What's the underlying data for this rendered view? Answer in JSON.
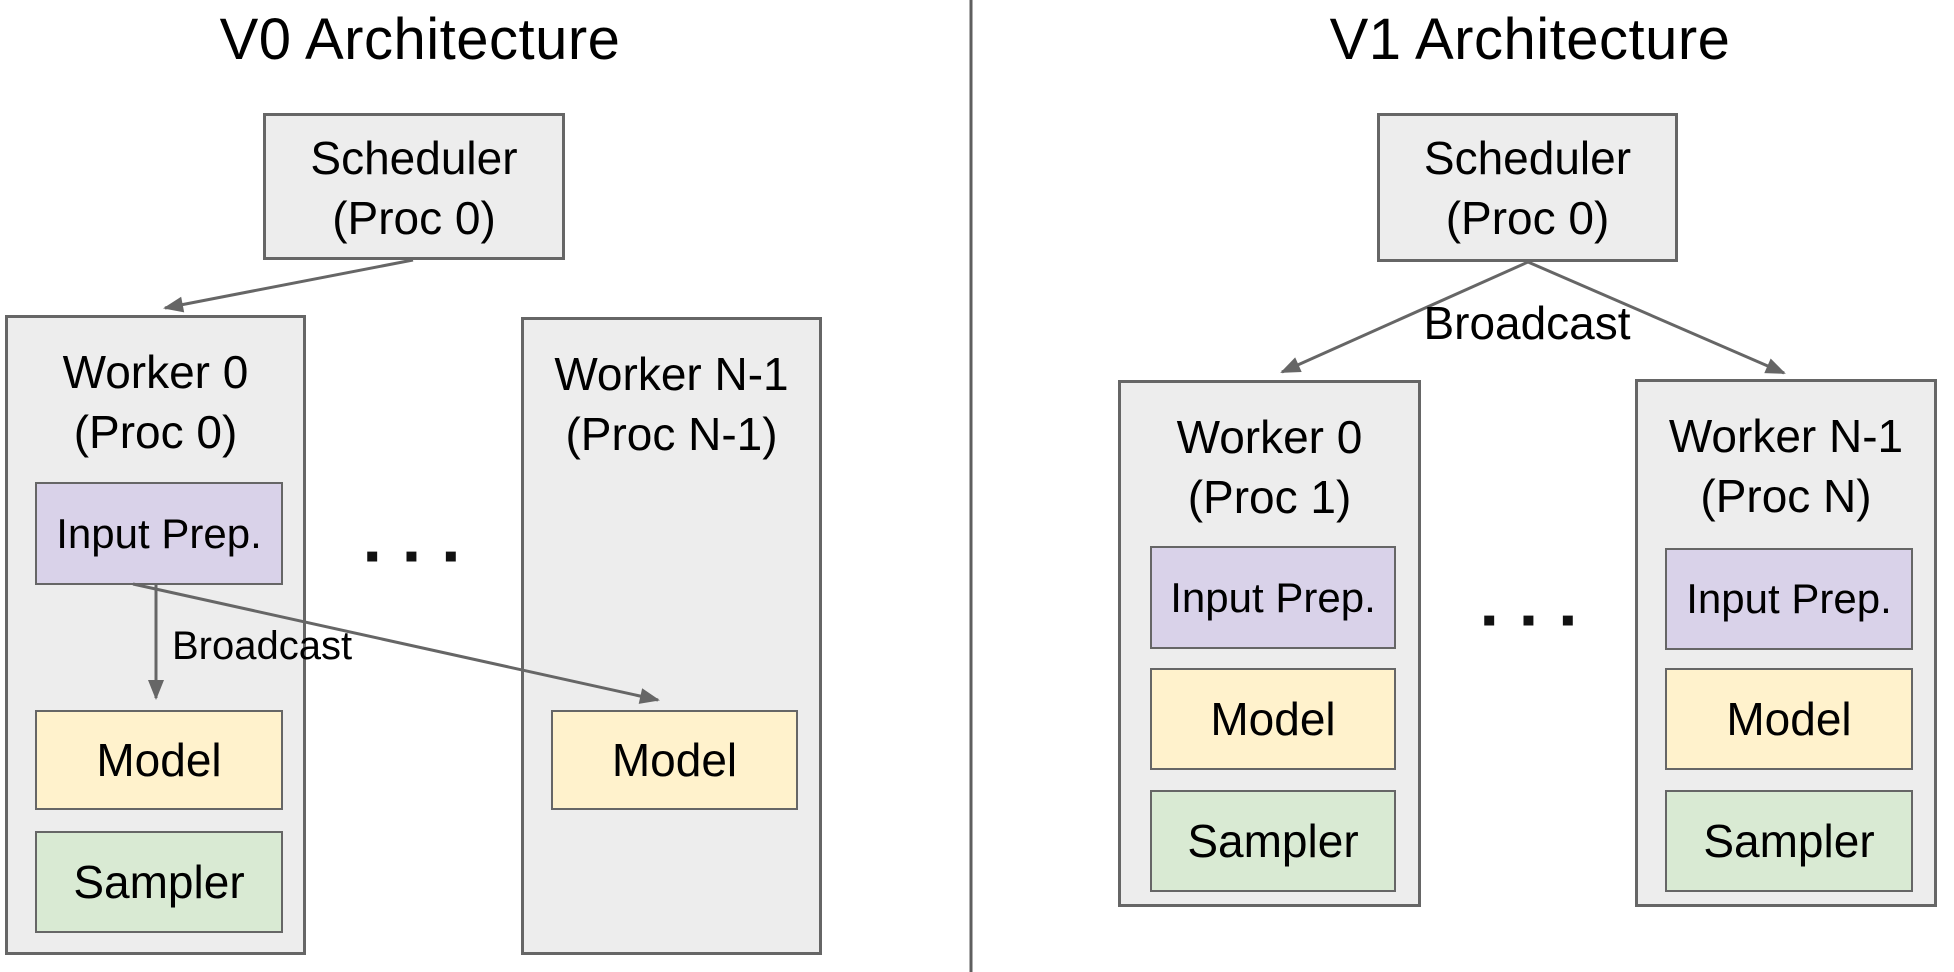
{
  "v0": {
    "title": "V0 Architecture",
    "scheduler": {
      "name": "Scheduler",
      "proc": "(Proc 0)"
    },
    "worker_0": {
      "name": "Worker 0",
      "proc": "(Proc 0)"
    },
    "worker_n": {
      "name": "Worker N-1",
      "proc": "(Proc N-1)"
    },
    "input_prep_label": "Input Prep.",
    "model_label": "Model",
    "worker_n_model_label": "Model",
    "sampler_label": "Sampler",
    "broadcast_label": "Broadcast",
    "ellipsis": "▪ ▪ ▪"
  },
  "v1": {
    "title": "V1 Architecture",
    "scheduler": {
      "name": "Scheduler",
      "proc": "(Proc 0)"
    },
    "worker_0": {
      "name": "Worker 0",
      "proc": "(Proc 1)"
    },
    "worker_n": {
      "name": "Worker N-1",
      "proc": "(Proc N)"
    },
    "worker_0_labels": {
      "input_prep": "Input Prep.",
      "model": "Model",
      "sampler": "Sampler"
    },
    "worker_n_labels": {
      "input_prep": "Input Prep.",
      "model": "Model",
      "sampler": "Sampler"
    },
    "broadcast_label": "Broadcast",
    "ellipsis": "▪ ▪ ▪"
  },
  "colors": {
    "container_fill": "#ededed",
    "container_border": "#666666",
    "input_prep_fill": "#d9d2e9",
    "model_fill": "#fff2cc",
    "sampler_fill": "#d9ead3",
    "arrow": "#666666",
    "divider": "#5f5f5f",
    "text": "#000000",
    "background": "#ffffff"
  }
}
